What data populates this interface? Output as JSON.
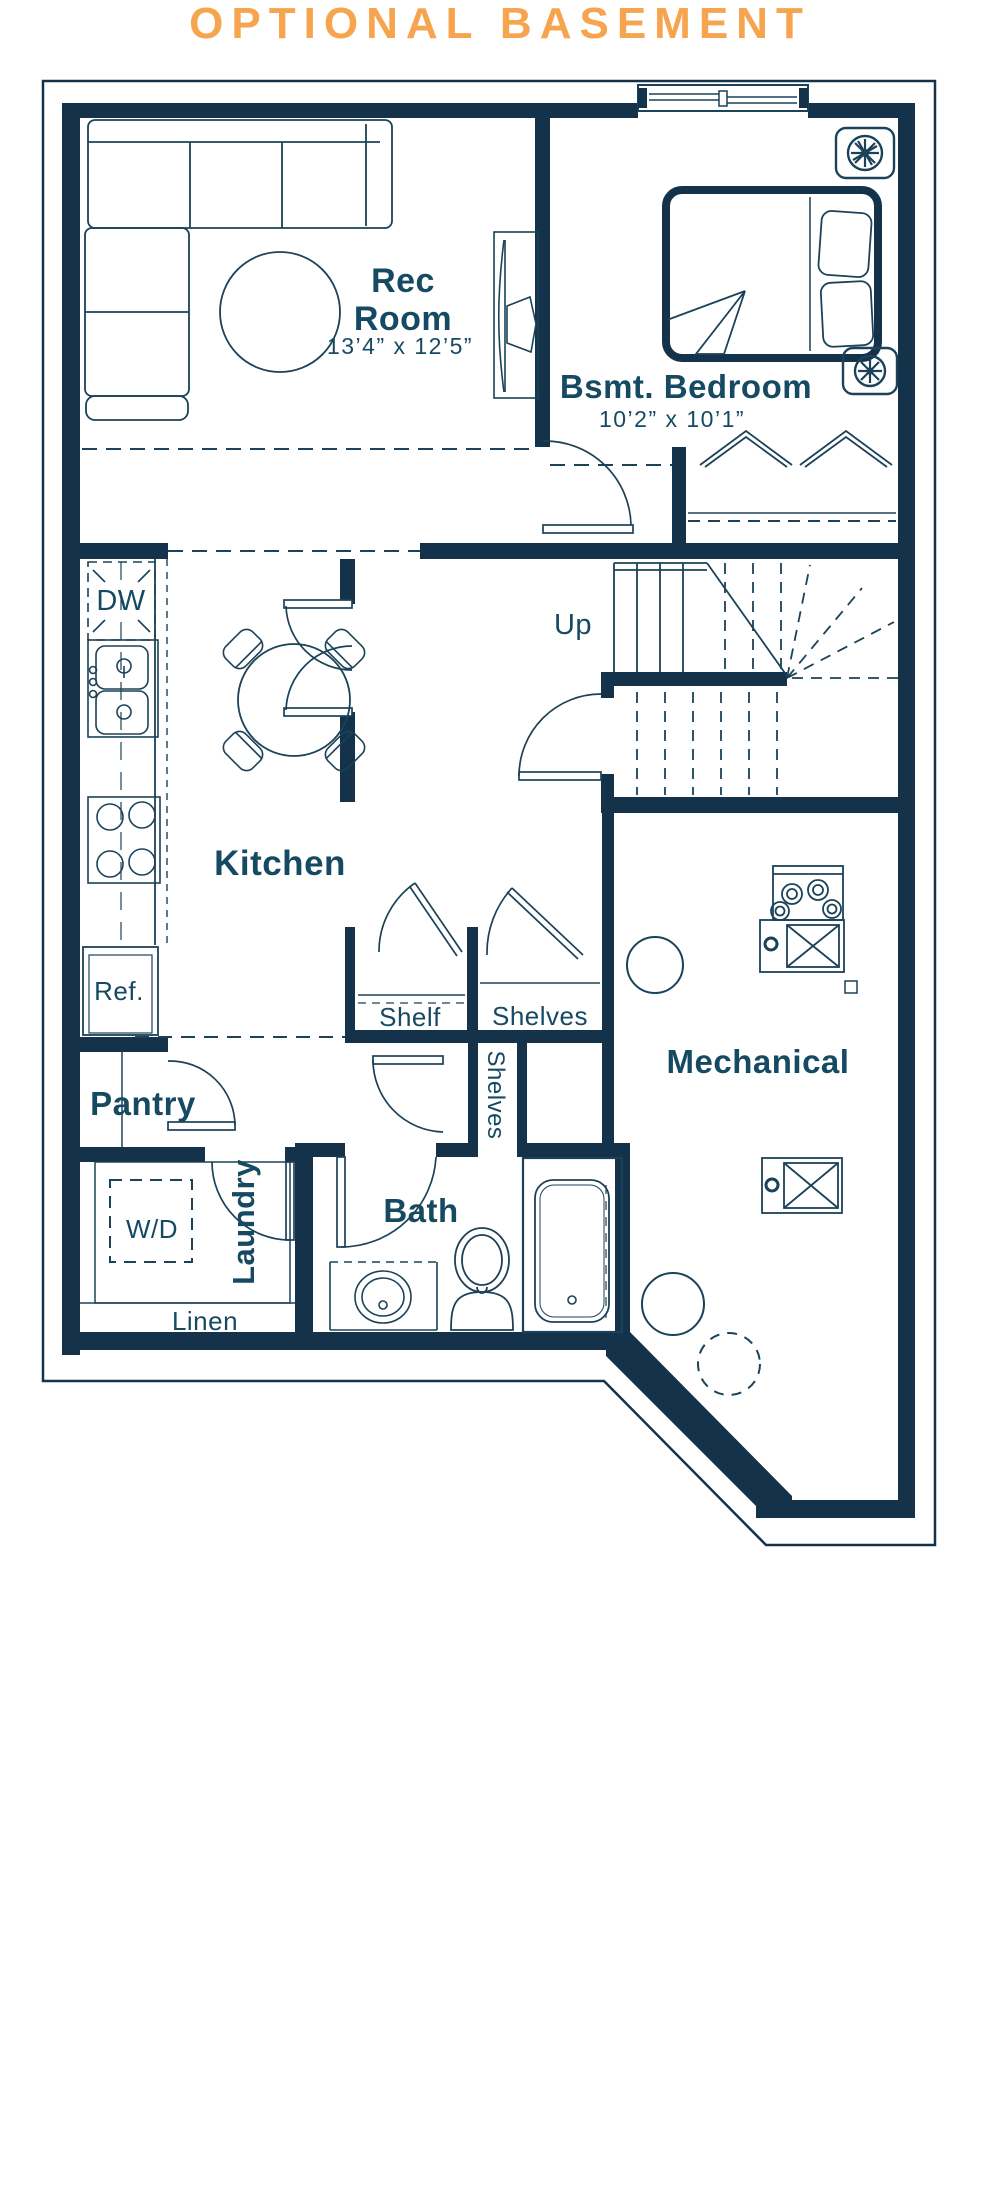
{
  "title": {
    "text": "OPTIONAL BASEMENT"
  },
  "colors": {
    "accent_orange": "#F7A44E",
    "wall_navy": "#14324A",
    "line_navy": "#1B4258",
    "label_teal": "#164A63"
  },
  "rooms": {
    "rec_room": {
      "name_line1": "Rec",
      "name_line2": "Room",
      "dimensions": "13’4” x 12’5”"
    },
    "bedroom": {
      "name": "Bsmt. Bedroom",
      "dimensions": "10’2” x 10’1”"
    },
    "kitchen": {
      "name": "Kitchen"
    },
    "pantry": {
      "name": "Pantry"
    },
    "laundry": {
      "name": "Laundry"
    },
    "bath": {
      "name": "Bath"
    },
    "mechanical": {
      "name": "Mechanical"
    }
  },
  "annotations": {
    "up": "Up",
    "dishwasher": "DW",
    "refrigerator": "Ref.",
    "washer_dryer": "W/D",
    "linen": "Linen",
    "shelf": "Shelf",
    "shelves_closet": "Shelves",
    "shelves_vertical": "Shelves"
  }
}
